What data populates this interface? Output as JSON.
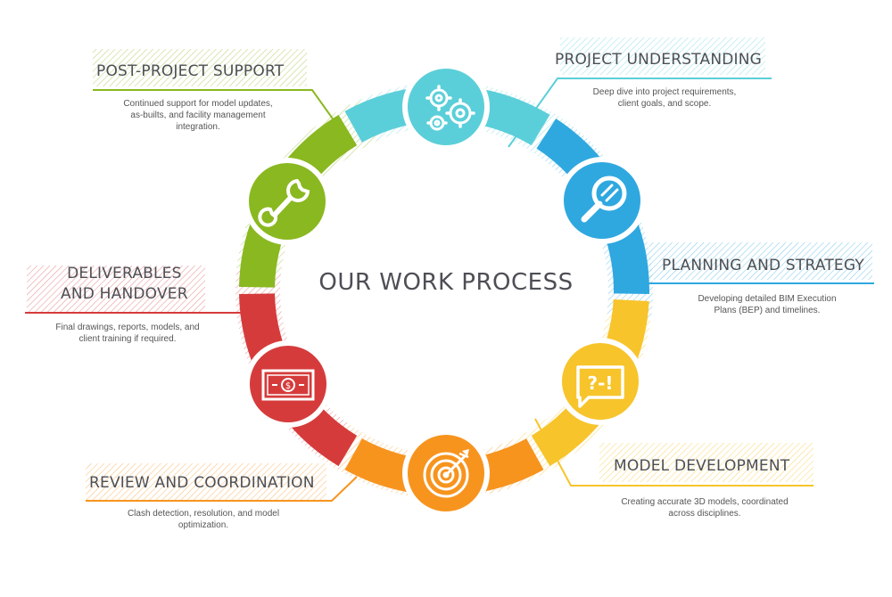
{
  "center_title": "OUR WORK PROCESS",
  "colors": {
    "cyan": "#5bcfd9",
    "blue": "#2fa8e0",
    "yellow": "#f7c42b",
    "orange": "#f7941e",
    "red": "#d63b3b",
    "green": "#8ab820"
  },
  "steps": [
    {
      "title": "PROJECT UNDERSTANDING",
      "desc_lines": [
        "Deep dive into project requirements,",
        "client goals, and scope."
      ],
      "icon": "gears-icon"
    },
    {
      "title": "PLANNING AND STRATEGY",
      "desc_lines": [
        "Developing detailed BIM Execution",
        "Plans (BEP) and timelines."
      ],
      "icon": "magnifier-icon"
    },
    {
      "title": "MODEL DEVELOPMENT",
      "desc_lines": [
        "Creating accurate 3D models, coordinated",
        "across disciplines."
      ],
      "icon": "speech-bubble-icon",
      "icon_text": "?-!"
    },
    {
      "title": "REVIEW AND COORDINATION",
      "desc_lines": [
        "Clash detection, resolution, and model",
        "optimization."
      ],
      "icon": "target-icon"
    },
    {
      "title_lines": [
        "DELIVERABLES",
        "AND HANDOVER"
      ],
      "desc_lines": [
        "Final drawings, reports, models, and",
        "client training if required."
      ],
      "icon": "banknote-icon"
    },
    {
      "title": "POST-PROJECT SUPPORT",
      "desc_lines": [
        "Continued support for model updates,",
        "as-builts, and facility management",
        "integration."
      ],
      "icon": "wrench-icon"
    }
  ]
}
